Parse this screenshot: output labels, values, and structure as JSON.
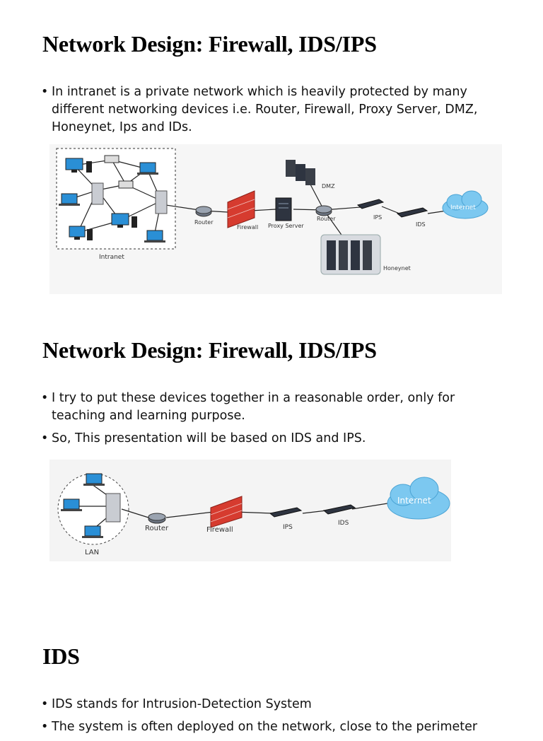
{
  "slide1": {
    "title": "Network Design: Firewall, IDS/IPS",
    "bullets": [
      "In intranet is a private network which is heavily protected by many different networking devices i.e. Router, Firewall, Proxy Server, DMZ, Honeynet, Ips and IDs."
    ],
    "diagram": {
      "labels": {
        "intranet": "Intranet",
        "router1": "Router",
        "firewall": "Firewall",
        "proxy": "Proxy Server",
        "router2": "Router",
        "dmz": "DMZ",
        "honeynet": "Honeynet",
        "ips": "IPS",
        "ids": "IDS",
        "internet": "Internet"
      }
    }
  },
  "slide2": {
    "title": "Network Design: Firewall, IDS/IPS",
    "bullets": [
      "I try to put these devices together in a reasonable order, only for teaching and learning purpose.",
      "So, This presentation will be based on IDS and IPS."
    ],
    "diagram": {
      "labels": {
        "lan": "LAN",
        "router": "Router",
        "firewall": "Firewall",
        "ips": "IPS",
        "ids": "IDS",
        "internet": "Internet"
      }
    }
  },
  "slide3": {
    "title": "IDS",
    "bullets": [
      "IDS stands for Intrusion-Detection System",
      "The system is often deployed on the network, close to the perimeter"
    ]
  },
  "colors": {
    "firewall": "#d63b2f",
    "device": "#2e3440",
    "screen": "#2a8fd6",
    "cloud": "#7cc8f0"
  }
}
